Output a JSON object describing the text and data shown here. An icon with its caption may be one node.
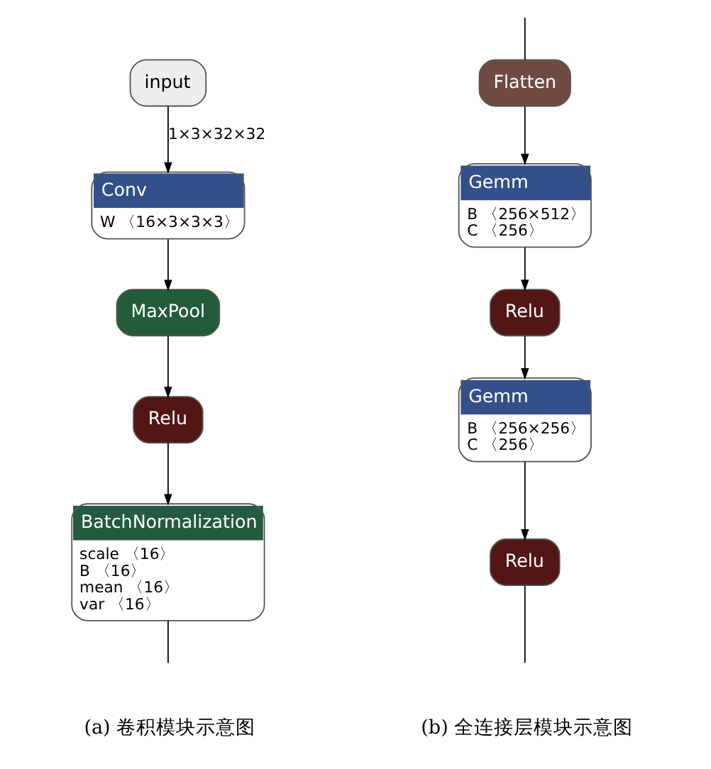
{
  "diagram": {
    "nodes": [
      {
        "text": [
          "input"
        ]
      },
      {
        "text": [
          "Conv",
          "W 〈16×3×3×3〉"
        ]
      },
      {
        "text": [
          "MaxPool"
        ]
      },
      {
        "text": [
          "Relu"
        ]
      },
      {
        "text": [
          "BatchNormalization",
          "scale 〈16〉",
          "B 〈16〉",
          "mean 〈16〉",
          "var 〈16〉"
        ]
      },
      {
        "text": [
          "Flatten"
        ]
      },
      {
        "text": [
          "Gemm",
          "B 〈256×512〉",
          "C 〈256〉"
        ]
      },
      {
        "text": [
          "Relu"
        ]
      },
      {
        "text": [
          "Gemm",
          "B 〈256×256〉",
          "C 〈256〉"
        ]
      },
      {
        "text": [
          "Relu"
        ]
      }
    ],
    "edges": [
      {
        "from": 0,
        "to": 1,
        "arrow": "to",
        "label": "1×3×32×32"
      },
      {
        "from": 1,
        "to": 2,
        "arrow": "to"
      },
      {
        "from": 2,
        "to": 3,
        "arrow": "to"
      },
      {
        "from": 3,
        "to": 4,
        "arrow": "to"
      },
      {
        "from": 4,
        "to": null,
        "arrow": "none"
      },
      {
        "from": null,
        "to": 5,
        "arrow": "none"
      },
      {
        "from": 5,
        "to": 6,
        "arrow": "to"
      },
      {
        "from": 6,
        "to": 7,
        "arrow": "to"
      },
      {
        "from": 7,
        "to": 8,
        "arrow": "to"
      },
      {
        "from": 8,
        "to": 9,
        "arrow": "to"
      },
      {
        "from": 9,
        "to": null,
        "arrow": "none"
      }
    ],
    "labels": [
      "(a) 卷积模块示意图",
      "(b) 全连接层模块示意图"
    ]
  }
}
